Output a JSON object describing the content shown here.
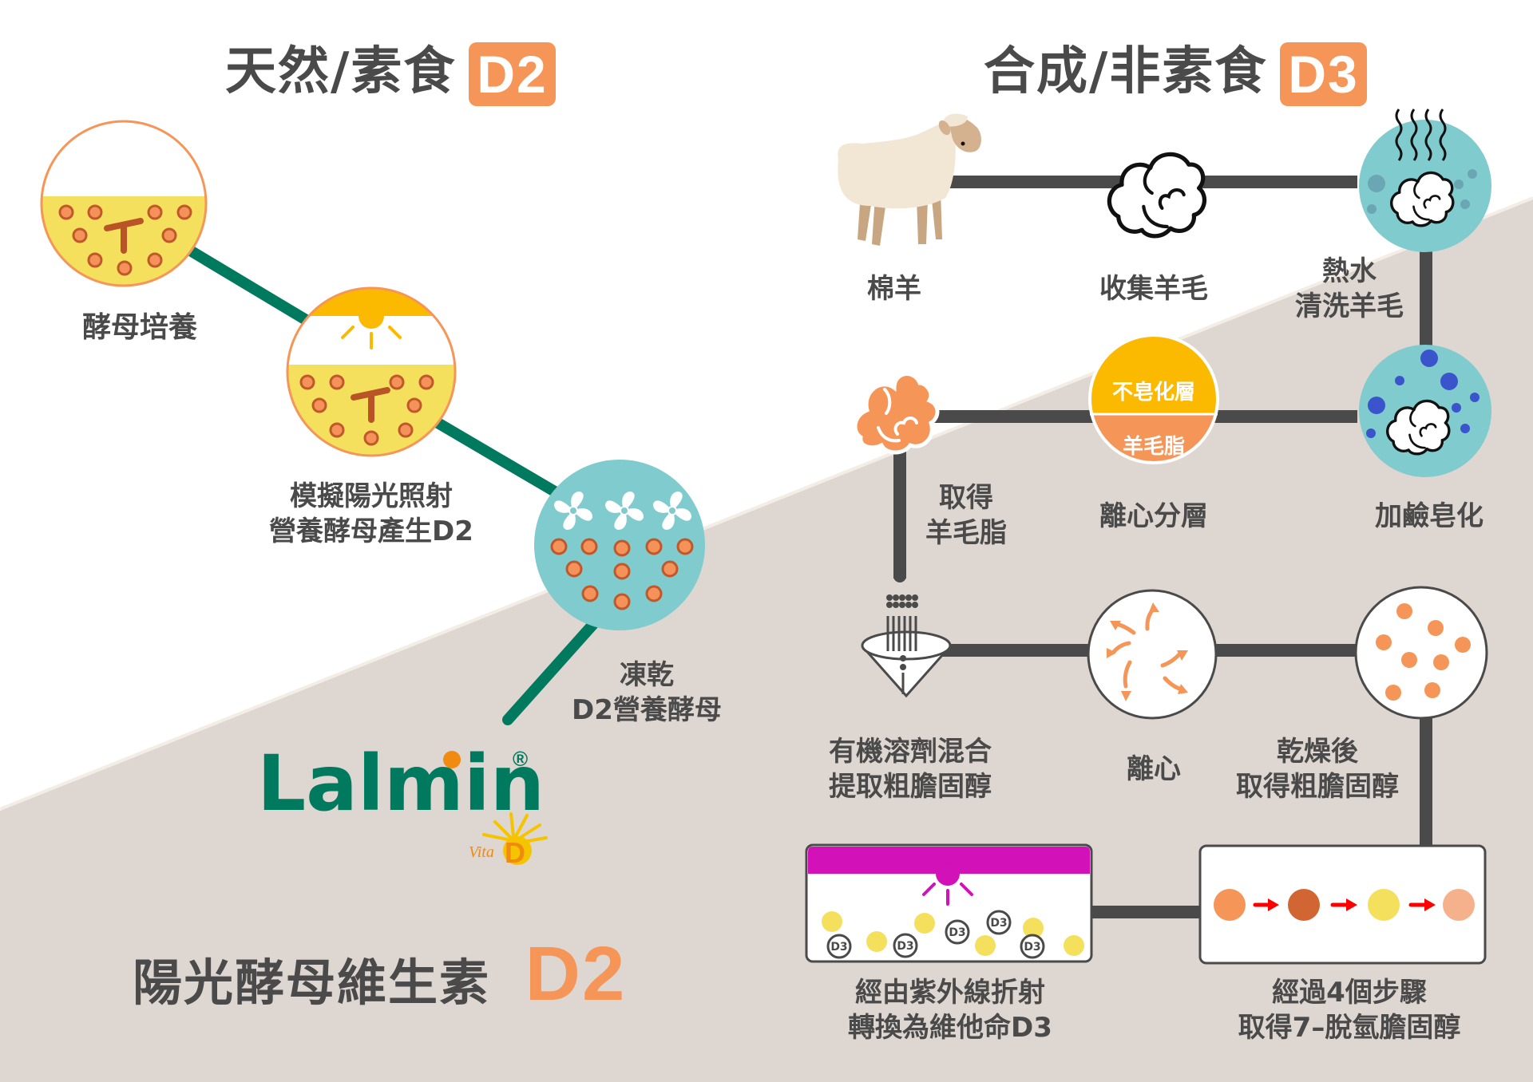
{
  "left_panel": {
    "heading": "天然/素食",
    "badge": "D2",
    "steps": [
      {
        "lines": [
          "酵母培養"
        ]
      },
      {
        "lines": [
          "模擬陽光照射",
          "營養酵母產生D2"
        ]
      },
      {
        "lines": [
          "凍乾",
          "D2營養酵母"
        ]
      }
    ],
    "brand": {
      "name": "Lalmin",
      "registered": "®",
      "sub_small": "Vita",
      "sub_big": "D"
    },
    "footer_title": "陽光酵母維生素",
    "footer_badge": "D2"
  },
  "right_panel": {
    "heading": "合成/非素食",
    "badge": "D3",
    "steps": [
      {
        "lines": [
          "棉羊"
        ]
      },
      {
        "lines": [
          "收集羊毛"
        ]
      },
      {
        "lines": [
          "熱水",
          "清洗羊毛"
        ]
      },
      {
        "lines": [
          "加鹼皂化"
        ]
      },
      {
        "lines": [
          "離心分層"
        ],
        "layers": [
          "不皂化層",
          "羊毛脂"
        ]
      },
      {
        "lines": [
          "取得",
          "羊毛脂"
        ]
      },
      {
        "lines": [
          "有機溶劑混合",
          "提取粗膽固醇"
        ]
      },
      {
        "lines": [
          "離心"
        ]
      },
      {
        "lines": [
          "乾燥後",
          "取得粗膽固醇"
        ]
      },
      {
        "lines": [
          "經過4個步驟",
          "取得7–脫氫膽固醇"
        ]
      },
      {
        "lines": [
          "經由紫外線折射",
          "轉換為維他命D3"
        ],
        "molecule_label": "D3"
      }
    ]
  },
  "colors": {
    "accent_orange": "#f59658",
    "dark_green": "#007a5e",
    "teal": "#80cbcd",
    "yellow": "#f5e05e",
    "amber": "#fbb900",
    "magenta": "#d311b8",
    "line_gray": "#4a4a4a",
    "bg_beige": "#ded6d1",
    "soap_blue": "#3a54cc"
  },
  "icons": [
    "yeast-culture-icon",
    "sunlight-yeast-icon",
    "freeze-dry-fan-icon",
    "sheep-icon",
    "wool-icon",
    "hot-water-wash-icon",
    "saponify-icon",
    "layer-separation-icon",
    "lanolin-icon",
    "funnel-icon",
    "centrifuge-icon",
    "crude-cholesterol-icon",
    "four-steps-icon",
    "uv-conversion-icon",
    "sun-logo-icon"
  ]
}
